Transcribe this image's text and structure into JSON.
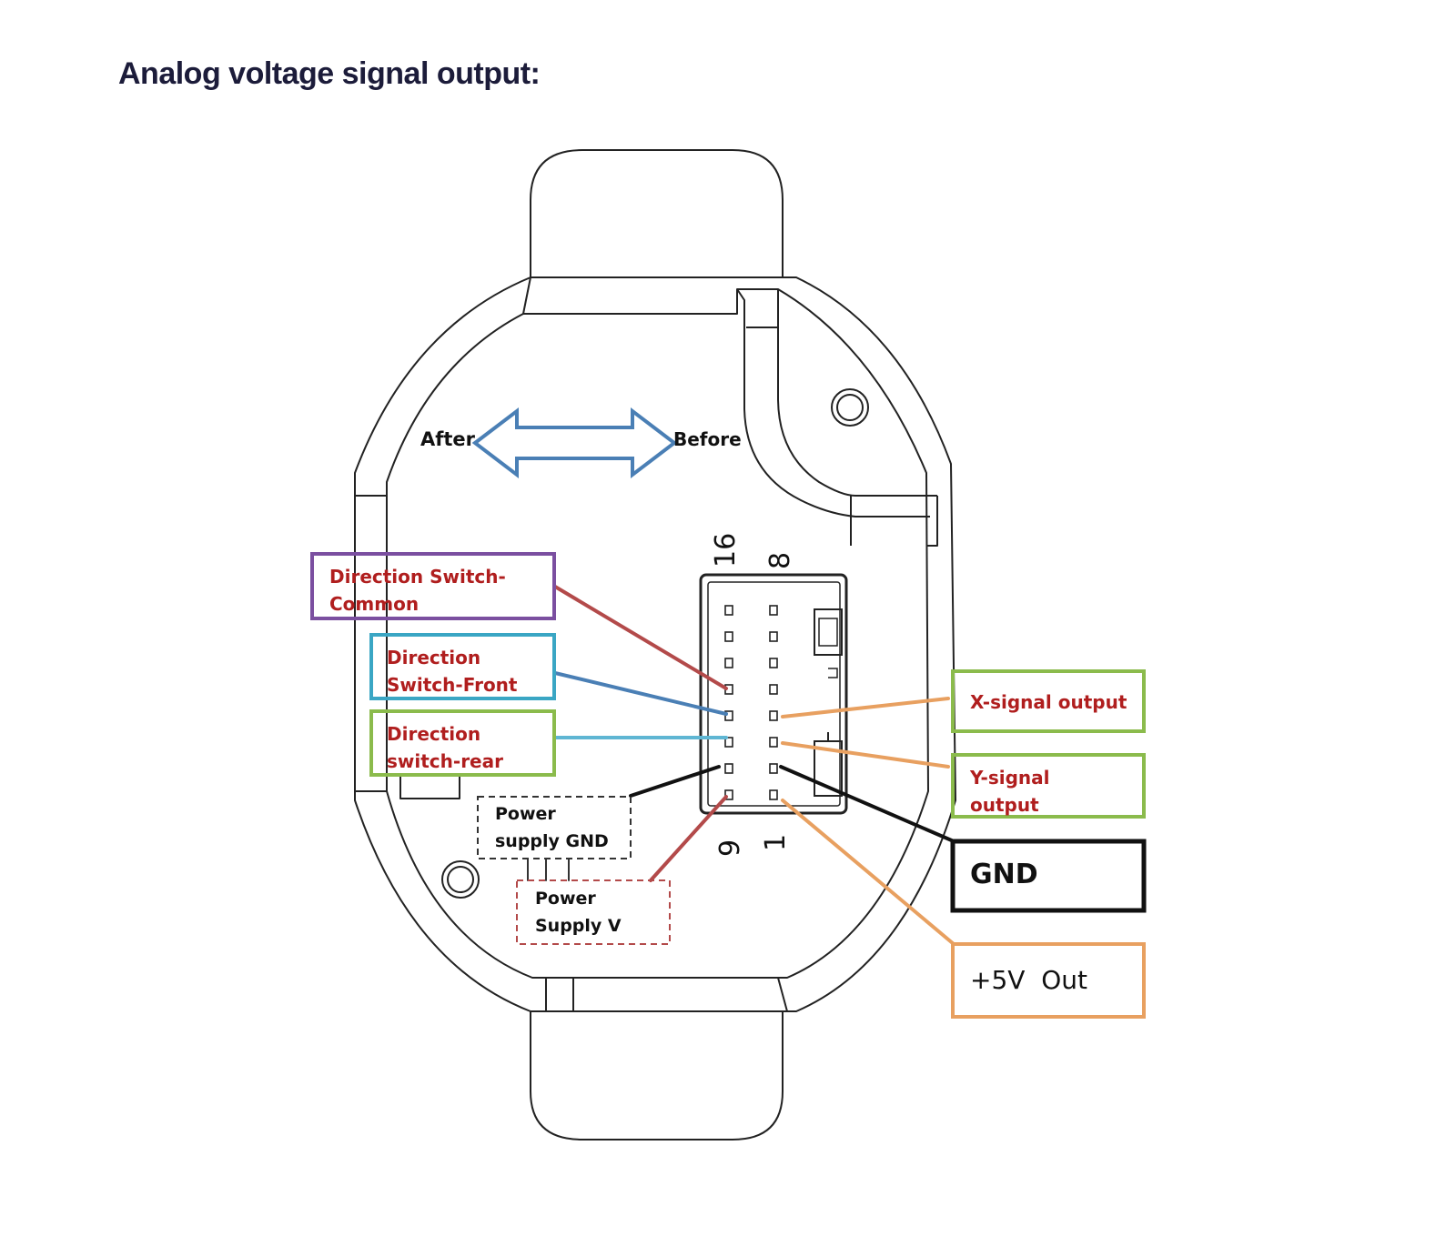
{
  "title": "Analog voltage signal output:",
  "direction": {
    "after": "After",
    "before": "Before",
    "arrow_color": "#4a7fb5"
  },
  "pins": {
    "top_left": "16",
    "top_right": "8",
    "bottom_left": "9",
    "bottom_right": "1"
  },
  "labels": {
    "common": {
      "text": "Direction Switch-\nCommon",
      "border": "#7b4fa0",
      "wire": "#b34a4a"
    },
    "front": {
      "text": "Direction\nSwitch-Front",
      "border": "#3aa6c4",
      "wire": "#4a7fb5"
    },
    "rear": {
      "text": "Direction\nswitch-rear",
      "border": "#8bbb4c",
      "wire": "#5fb6d3"
    },
    "x_signal": {
      "text": "X-signal output",
      "border": "#8bbb4c",
      "wire": "#e8a060"
    },
    "y_signal": {
      "text": "Y-signal\noutput",
      "border": "#8bbb4c",
      "wire": "#e8a060"
    },
    "gnd": {
      "text": "GND",
      "border": "#111111",
      "wire": "#111111"
    },
    "plus5v": {
      "text": "+5V  Out",
      "border": "#e8a060",
      "wire": "#e8a060"
    },
    "supply_gnd": {
      "text": "Power\nsupply GND",
      "border": "#333333",
      "wire": "#111111"
    },
    "supply_v": {
      "text": "Power\nSupply V",
      "border": "#b34a4a",
      "wire": "#b34a4a"
    }
  }
}
